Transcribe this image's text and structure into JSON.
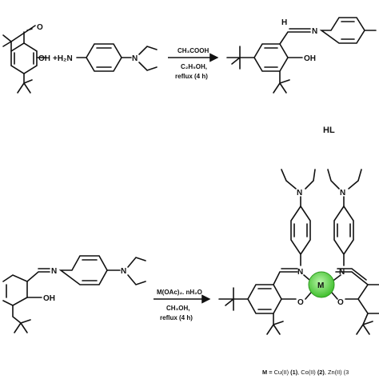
{
  "scheme": {
    "reaction1": {
      "reactant1_atoms": {
        "aldehyde_oxygen": "O",
        "hydroxyl": "OH"
      },
      "plus_amine": "+H₂N",
      "amine_nitrogen": "N",
      "conditions": [
        "CH₃COOH",
        "C₂H₅OH,",
        "reflux (4 h)"
      ],
      "product_atoms": {
        "imine_h": "H",
        "imine_n": "N",
        "hydroxyl": "OH"
      },
      "product_label": "HL"
    },
    "reaction2": {
      "reactant_atoms": {
        "imine_n": "N",
        "amine_n": "N",
        "hydroxyl": "OH"
      },
      "conditions": [
        "M(OAc)₂. nH₂O",
        "CH₃OH,",
        "reflux (4 h)"
      ],
      "complex_atoms": {
        "metal": "M",
        "n_left": "N",
        "n_right": "N",
        "o_left": "O",
        "o_right": "O",
        "amine_left": "N",
        "amine_right": "N"
      },
      "metal_color": "#4fcf3a",
      "footnote": {
        "prefix": "M = ",
        "parts": [
          "Cu(II) ",
          "(1)",
          ", Co(II) ",
          "(2)",
          ", Zn(II) (3"
        ]
      }
    }
  }
}
